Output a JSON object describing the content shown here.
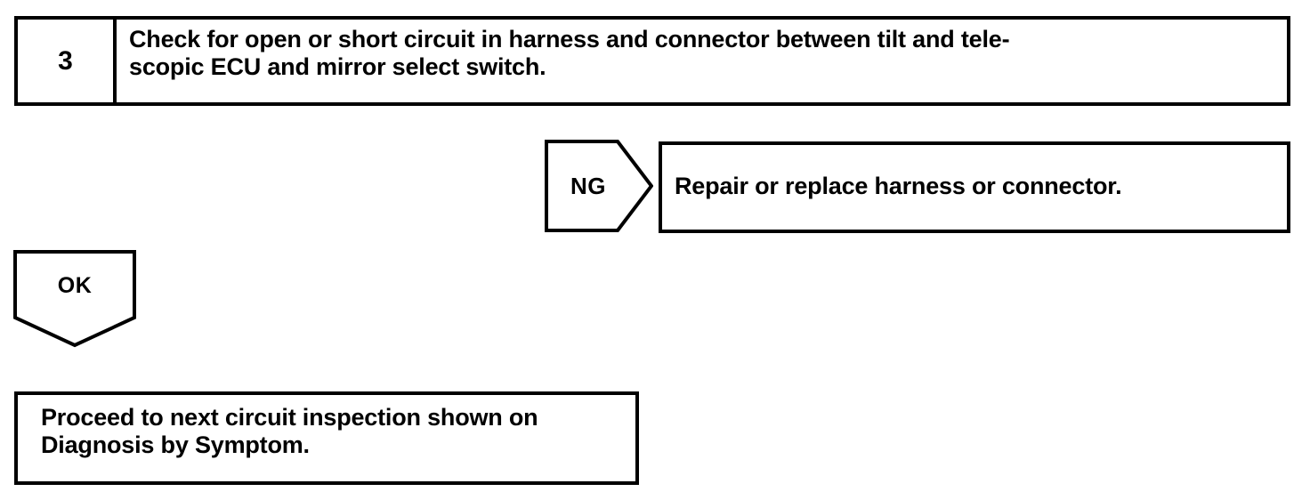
{
  "page": {
    "document_type": "diagnostic-flow-chart",
    "background_color": "#ffffff",
    "line_color": "#000000"
  },
  "step": {
    "number": "3",
    "instruction": "Check for open or short circuit in harness and connector between tilt and tele-\nscopic ECU and mirror select switch."
  },
  "branches": {
    "ng": {
      "label": "NG",
      "shape": "right-pointing-pentagon",
      "result_text": "Repair or replace harness or connector."
    },
    "ok": {
      "label": "OK",
      "shape": "down-pointing-pentagon",
      "result_text": "Proceed to next circuit inspection shown on\nDiagnosis by Symptom."
    }
  }
}
